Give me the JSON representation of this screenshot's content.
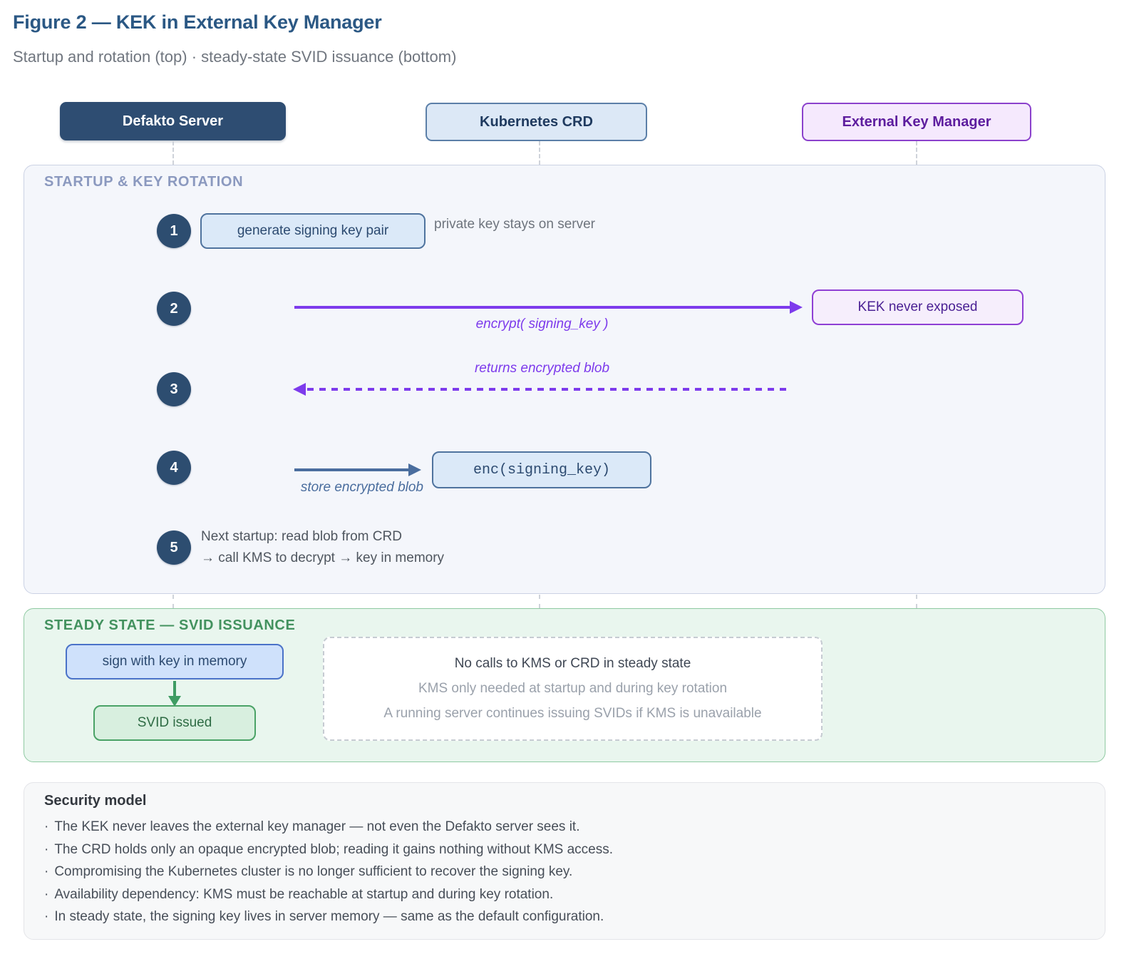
{
  "figure": {
    "title": "Figure 2 — KEK in External Key Manager",
    "subtitle": "Startup and rotation (top) · steady-state SVID issuance (bottom)"
  },
  "actors": {
    "server": "Defakto Server",
    "crd": "Kubernetes CRD",
    "ekm": "External Key Manager"
  },
  "startup": {
    "title": "STARTUP & KEY ROTATION",
    "step1": {
      "num": "1",
      "box": "generate signing key pair",
      "note": "private key stays on server"
    },
    "step2": {
      "num": "2",
      "label": "encrypt( signing_key )",
      "box": "KEK never exposed"
    },
    "step3": {
      "num": "3",
      "label": "returns encrypted blob"
    },
    "step4": {
      "num": "4",
      "label": "store encrypted blob",
      "box": "enc(signing_key)"
    },
    "step5": {
      "num": "5",
      "line1": "Next startup: read blob from CRD",
      "line2": "→ call KMS to decrypt → key in memory"
    }
  },
  "steady": {
    "title": "STEADY STATE — SVID ISSUANCE",
    "sign_box": "sign with key in memory",
    "svid_box": "SVID issued",
    "note_line1": "No calls to KMS or CRD in steady state",
    "note_line2": "KMS only needed at startup and during key rotation",
    "note_line3": "A running server continues issuing SVIDs if KMS is unavailable"
  },
  "security": {
    "title": "Security model",
    "bullet_char": "·",
    "bullets": [
      "The KEK never leaves the external key manager — not even the Defakto server sees it.",
      "The CRD holds only an opaque encrypted blob; reading it gains nothing without KMS access.",
      "Compromising the Kubernetes cluster is no longer sufficient to recover the signing key.",
      "Availability dependency: KMS must be reachable at startup and during key rotation.",
      "In steady state, the signing key lives in server memory — same as the default configuration."
    ]
  },
  "colors": {
    "navy": "#2e4d72",
    "purple": "#7d3bec",
    "steel_blue": "#4a6d9e",
    "green": "#3f9c63",
    "title_blue": "#2b5884"
  }
}
